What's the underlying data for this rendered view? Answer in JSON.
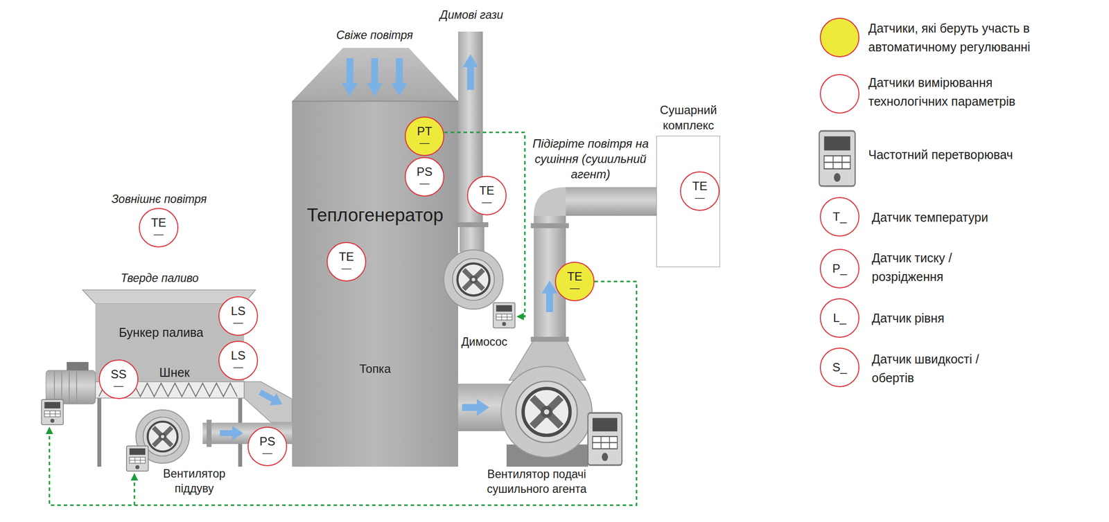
{
  "diagram": {
    "nodes": [
      {
        "text": [
          "Теплогенератор",
          "Топка"
        ]
      },
      {
        "text": [
          "PT",
          "—"
        ],
        "in": 0
      },
      {
        "text": [
          "PS",
          "—"
        ],
        "in": 0
      },
      {
        "text": [
          "TE",
          "—"
        ],
        "in": 0
      },
      {
        "text": [
          "Тверде паливо",
          "Бункер палива",
          "Шнек"
        ]
      },
      {
        "text": [
          "LS",
          "—"
        ],
        "in": 4
      },
      {
        "text": [
          "LS",
          "—"
        ],
        "in": 4
      },
      {
        "text": [
          "SS",
          "—"
        ],
        "in": 4
      },
      {
        "text": [
          "PS",
          "—"
        ]
      },
      {
        "text": [
          "TE",
          "—"
        ]
      },
      {
        "text": [
          "TE",
          "—"
        ]
      },
      {
        "text": [
          "TE",
          "—"
        ]
      },
      {
        "text": [
          "Сушарний комплекс"
        ]
      },
      {
        "text": [
          "TE",
          "—"
        ],
        "in": 12
      },
      {
        "text": [
          "T_"
        ]
      },
      {
        "text": [
          "P_"
        ]
      },
      {
        "text": [
          "L_"
        ]
      },
      {
        "text": [
          "S_"
        ]
      }
    ],
    "labels": [
      "Свіже повітря",
      "Димові гази",
      "Зовнішнє повітря",
      "Підігріте повітря на сушіння (сушильний агент)",
      "Димосос",
      "Вентилятор піддуву",
      "Вентилятор подачі сушильного агента"
    ],
    "legend": [
      {
        "text": "Датчики, які беруть участь в автоматичному регулюванні",
        "color": "#eeea3c"
      },
      {
        "text": "Датчики вимірювання технологічних параметрів",
        "color": "#ffffff"
      },
      {
        "text": "Частотний перетворювач"
      },
      {
        "text": "Датчик температури"
      },
      {
        "text": "Датчик тиску / розрідження"
      },
      {
        "text": "Датчик рівня"
      },
      {
        "text": "Датчик швидкості / обертів"
      }
    ]
  }
}
